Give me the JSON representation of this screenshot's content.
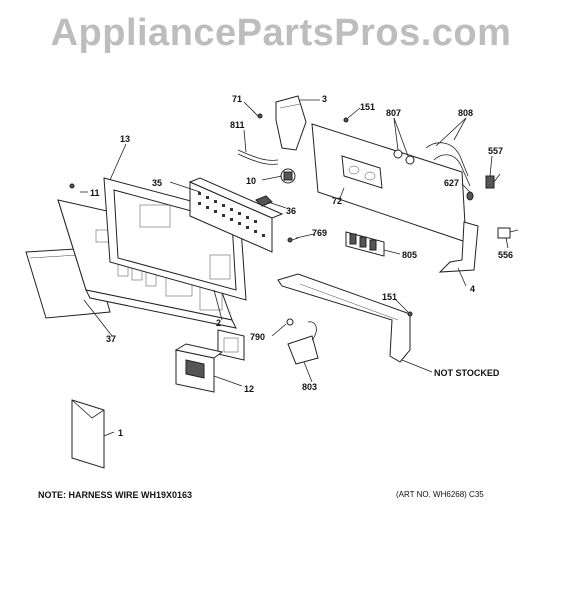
{
  "watermark": "AppliancePartsPros.com",
  "callouts": {
    "c1": "1",
    "c2": "2",
    "c3": "3",
    "c4": "4",
    "c10": "10",
    "c11": "11",
    "c12": "12",
    "c13": "13",
    "c35": "35",
    "c36": "36",
    "c37": "37",
    "c71": "71",
    "c72": "72",
    "c151a": "151",
    "c151b": "151",
    "c556": "556",
    "c557": "557",
    "c627": "627",
    "c769": "769",
    "c790": "790",
    "c803": "803",
    "c805": "805",
    "c807": "807",
    "c808": "808",
    "c811": "811",
    "not_stocked": "NOT STOCKED"
  },
  "notes": {
    "harness": "NOTE: HARNESS WIRE WH19X0163",
    "art_no": "(ART NO. WH6268) C35"
  }
}
